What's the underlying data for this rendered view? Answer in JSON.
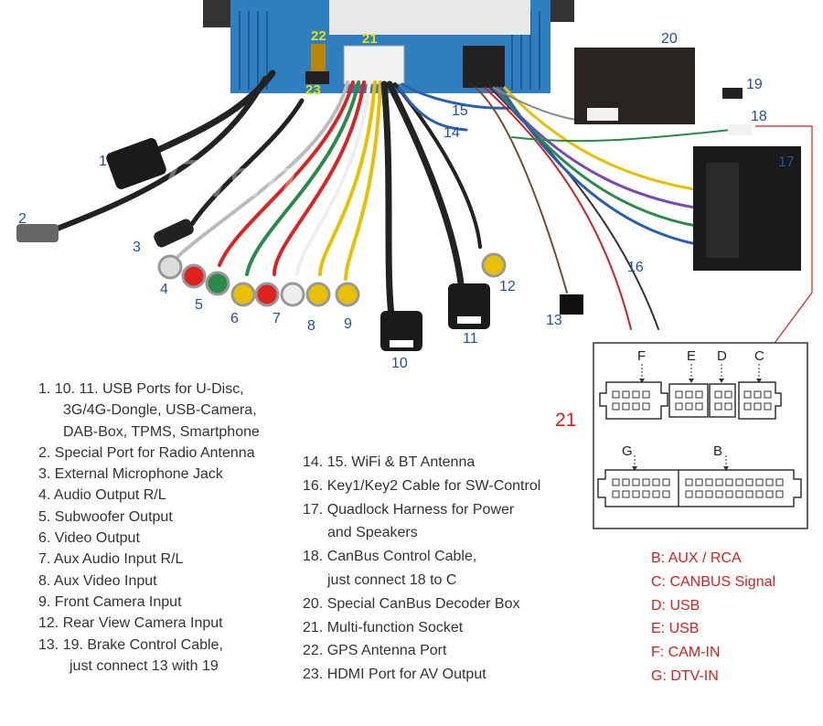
{
  "labels": {
    "n1": "1",
    "n2": "2",
    "n3": "3",
    "n4": "4",
    "n5": "5",
    "n6": "6",
    "n7": "7",
    "n8": "8",
    "n9": "9",
    "n10": "10",
    "n11": "11",
    "n12": "12",
    "n13": "13",
    "n14": "14",
    "n15": "15",
    "n16": "16",
    "n17": "17",
    "n18": "18",
    "n19": "19",
    "n20": "20",
    "n21": "21",
    "n22": "22",
    "n23": "23"
  },
  "watermark": "Erisin",
  "socket": {
    "title": "21",
    "pins": {
      "F": "F",
      "E": "E",
      "D": "D",
      "C": "C",
      "G": "G",
      "B": "B"
    }
  },
  "list_left": [
    "1. 10. 11. USB Ports for U-Disc,",
    "3G/4G-Dongle, USB-Camera,",
    "DAB-Box, TPMS, Smartphone",
    "2. Special Port for Radio Antenna",
    "3. External Microphone Jack",
    "4. Audio Output R/L",
    "5. Subwoofer Output",
    "6. Video Output",
    "7. Aux Audio Input R/L",
    "8. Aux Video Input",
    "9. Front Camera Input",
    "12. Rear View Camera Input",
    "13. 19. Brake Control Cable,",
    "just connect 13 with 19"
  ],
  "list_mid": [
    "14. 15. WiFi & BT Antenna",
    "16. Key1/Key2 Cable for SW-Control",
    "17. Quadlock Harness for Power",
    "and Speakers",
    "18. CanBus Control Cable,",
    "just connect 18 to C",
    "20. Special CanBus Decoder Box",
    "21. Multi-function Socket",
    "22. GPS Antenna Port",
    "23. HDMI Port for AV Output"
  ],
  "legend": [
    "B: AUX / RCA",
    "C: CANBUS Signal",
    "D: USB",
    "E: USB",
    "F: CAM-IN",
    "G: DTV-IN"
  ],
  "colors": {
    "label_blue": "#1f4fa8",
    "legend_red": "#d8201e",
    "unit_blue": "#2f7fc0",
    "yellow_label": "#e8e000"
  }
}
